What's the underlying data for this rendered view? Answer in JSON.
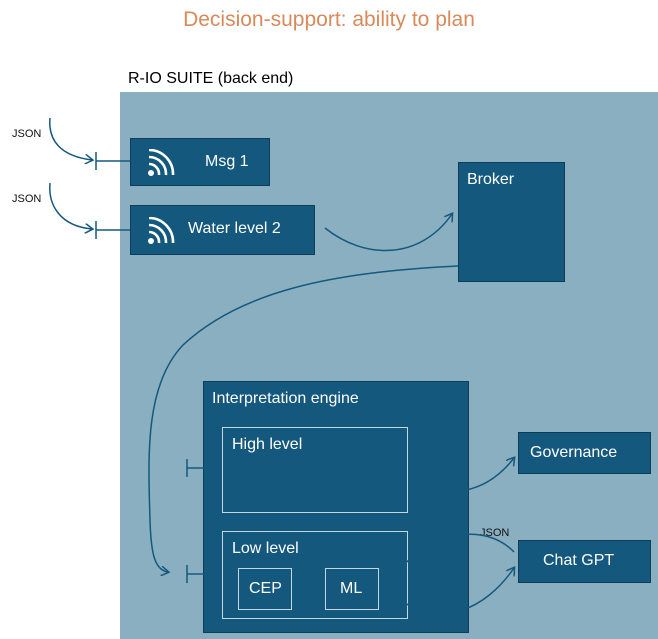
{
  "title": "Decision-support: ability to plan",
  "suite": {
    "label": "R-IO SUITE (back end)"
  },
  "inputs": [
    {
      "json_label": "JSON",
      "label": "Msg 1",
      "icon": "wifi-signal-icon"
    },
    {
      "json_label": "JSON",
      "label": "Water level 2",
      "icon": "wifi-signal-icon"
    }
  ],
  "broker": {
    "label": "Broker"
  },
  "engine": {
    "label": "Interpretation engine",
    "high_level": "High level",
    "low_level": "Low level",
    "cep": "CEP",
    "ml": "ML"
  },
  "governance": {
    "label": "Governance"
  },
  "chatgpt": {
    "label": "Chat GPT",
    "json_label": "JSON"
  },
  "colors": {
    "title": "#D9895A",
    "suite_bg": "#8AAFC0",
    "box": "#14587E",
    "arrow": "#14587E"
  }
}
